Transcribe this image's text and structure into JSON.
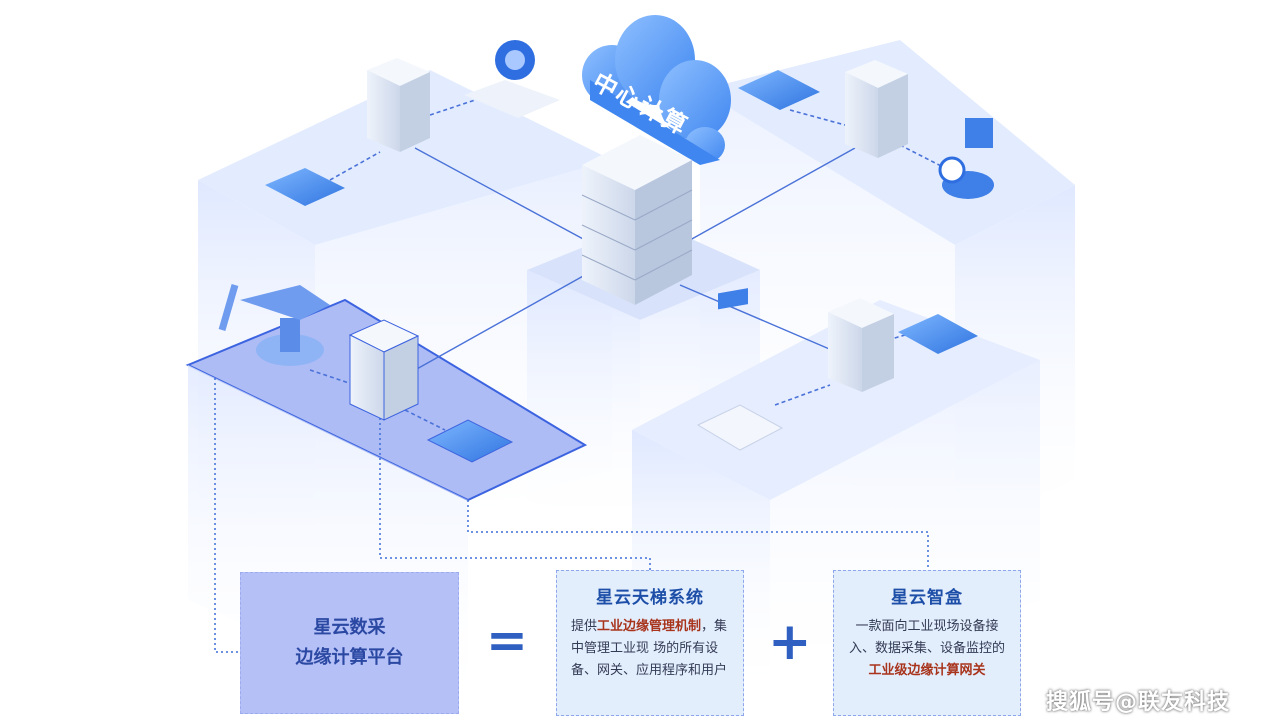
{
  "cloud": {
    "label": "中心计算"
  },
  "platform_box": {
    "line1": "星云数采",
    "line2": "边缘计算平台"
  },
  "equals_sign": "=",
  "plus_sign": "+",
  "system_box": {
    "title": "星云天梯系统",
    "text_prefix": "提供",
    "highlight": "工业边缘管理机制",
    "text_suffix": "，集中管理工业现 场的所有设备、网关、应用程序和用户"
  },
  "box_product": {
    "title": "星云智盒",
    "text_prefix": "一款面向工业现场设备接入、数据采集、设备监控的",
    "highlight": "工业级边缘计算网关"
  },
  "watermark": "搜狐号@联友科技",
  "colors": {
    "accent": "#2f5fc0",
    "highlight": "#a8341c",
    "platform_bg": "#b4c0f6",
    "box_bg": "#e3eefd"
  }
}
